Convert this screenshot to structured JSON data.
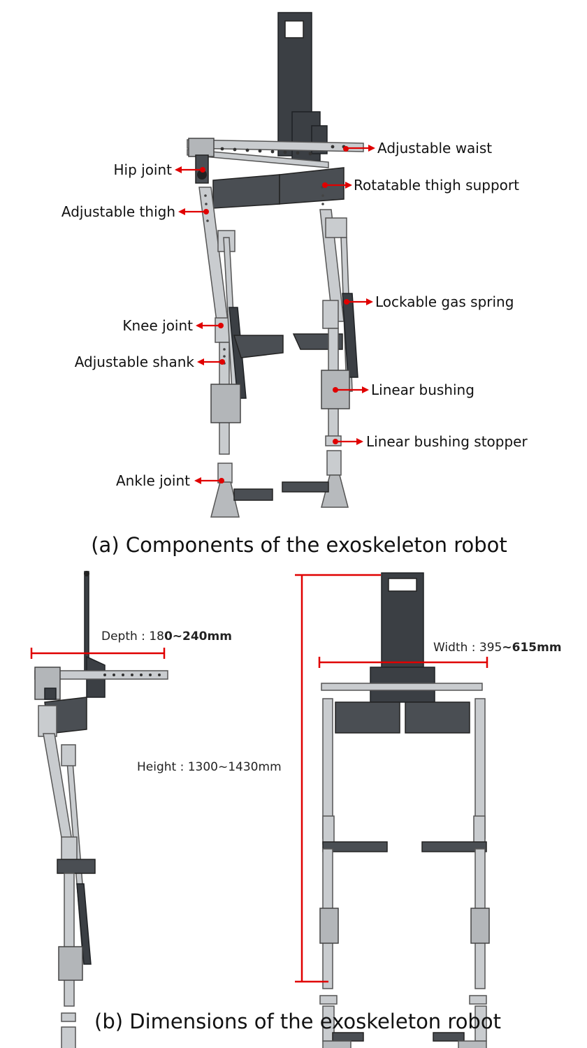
{
  "figure_a": {
    "caption": "(a) Components of the exoskeleton robot",
    "labels": {
      "adjustable_waist": "Adjustable waist",
      "hip_joint": "Hip joint",
      "rotatable_thigh_support": "Rotatable thigh support",
      "adjustable_thigh": "Adjustable thigh",
      "lockable_gas_spring": "Lockable gas spring",
      "knee_joint": "Knee joint",
      "adjustable_shank": "Adjustable shank",
      "linear_bushing": "Linear bushing",
      "linear_bushing_stopper": "Linear bushing stopper",
      "ankle_joint": "Ankle joint"
    }
  },
  "figure_b": {
    "caption": "(b) Dimensions of the exoskeleton robot",
    "depth": {
      "prefix": "Depth : 18",
      "bold": "0~240mm"
    },
    "width": {
      "prefix": "Width : 395",
      "bold": "~615mm"
    },
    "height": {
      "text": "Height : 1300~1430mm"
    }
  },
  "colors": {
    "annotation": "#e00000",
    "frame_dark": "#3b3f44",
    "metal": "#c9cccf"
  }
}
